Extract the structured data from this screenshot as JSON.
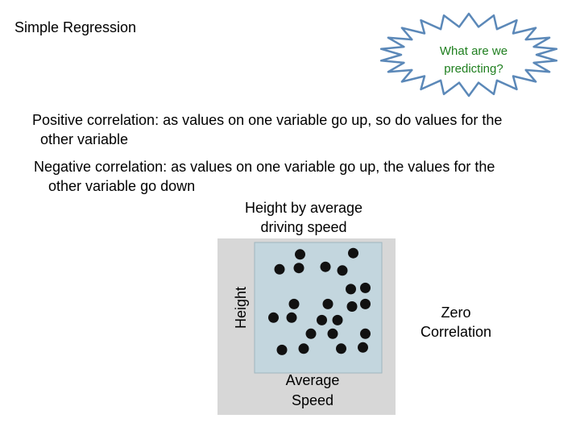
{
  "slide": {
    "title": "Simple Regression"
  },
  "callout": {
    "text": "What are we predicting?",
    "fill_color": "#ffffff",
    "stroke_color": "#5b88b8",
    "text_color": "#1f7f1f"
  },
  "bullets": {
    "positive_line1": "Positive correlation: as values on one variable go up, so do values for the",
    "positive_line2": "other variable",
    "negative_line1": "Negative correlation: as values on one variable go up, the values for the",
    "negative_line2": "other variable go down"
  },
  "zero_label": {
    "line1": "Zero",
    "line2": "Correlation"
  },
  "chart_data": {
    "type": "scatter",
    "title_line1": "Height by average",
    "title_line2": "driving speed",
    "xlabel_line1": "Average",
    "xlabel_line2": "Speed",
    "ylabel": "Height",
    "xlim": [
      0,
      10
    ],
    "ylim": [
      0,
      10
    ],
    "grid": false,
    "plot_background": "#c3d6de",
    "frame_color": "#d7d7d7",
    "point_color": "#111111",
    "points": [
      {
        "x": 3.5,
        "y": 9.3
      },
      {
        "x": 7.9,
        "y": 9.4
      },
      {
        "x": 1.8,
        "y": 8.1
      },
      {
        "x": 3.4,
        "y": 8.2
      },
      {
        "x": 5.6,
        "y": 8.3
      },
      {
        "x": 7.0,
        "y": 8.0
      },
      {
        "x": 7.7,
        "y": 6.5
      },
      {
        "x": 8.9,
        "y": 6.6
      },
      {
        "x": 3.0,
        "y": 5.3
      },
      {
        "x": 5.8,
        "y": 5.3
      },
      {
        "x": 7.8,
        "y": 5.1
      },
      {
        "x": 8.9,
        "y": 5.3
      },
      {
        "x": 1.3,
        "y": 4.2
      },
      {
        "x": 2.8,
        "y": 4.2
      },
      {
        "x": 5.3,
        "y": 4.0
      },
      {
        "x": 6.6,
        "y": 4.0
      },
      {
        "x": 4.4,
        "y": 2.9
      },
      {
        "x": 6.2,
        "y": 2.9
      },
      {
        "x": 8.9,
        "y": 2.9
      },
      {
        "x": 2.0,
        "y": 1.6
      },
      {
        "x": 3.8,
        "y": 1.7
      },
      {
        "x": 6.9,
        "y": 1.7
      },
      {
        "x": 8.7,
        "y": 1.8
      }
    ]
  }
}
